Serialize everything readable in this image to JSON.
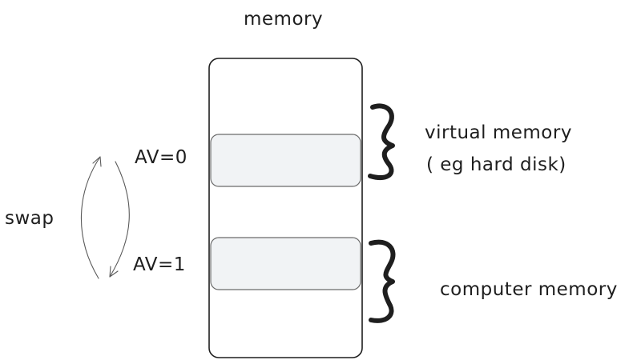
{
  "title": "memory",
  "labels": {
    "virtual_line1": "virtual memory",
    "virtual_line2": "( eg hard disk)",
    "computer": "computer memory",
    "av0": "AV=0",
    "av1": "AV=1",
    "swap": "swap"
  },
  "colors": {
    "stroke": "#1e1e1e",
    "slot_fill": "#f1f3f5",
    "slot_stroke": "#6b6b6b",
    "arrow": "#5a5a5a"
  }
}
